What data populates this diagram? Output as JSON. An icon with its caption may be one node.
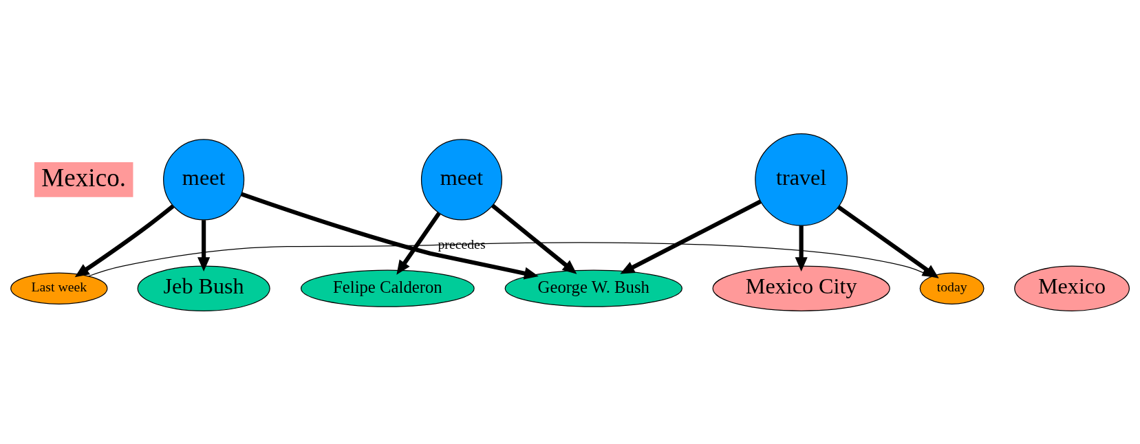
{
  "diagram": {
    "nodes": [
      {
        "text": [
          "Last week"
        ]
      },
      {
        "text": [
          "today"
        ]
      },
      {
        "text": [
          "George W. Bush"
        ]
      },
      {
        "text": [
          "Jeb Bush"
        ]
      },
      {
        "text": [
          "Felipe Calderon"
        ]
      },
      {
        "text": [
          "meet"
        ]
      },
      {
        "text": [
          "meet"
        ]
      },
      {
        "text": [
          "travel"
        ]
      },
      {
        "text": [
          "Mexico City"
        ]
      },
      {
        "text": [
          "Mexico"
        ]
      }
    ],
    "edges": [
      {
        "from": 0,
        "to": 1,
        "arrow": "to",
        "label": "precedes"
      },
      {
        "from": 5,
        "to": 0,
        "arrow": "to"
      },
      {
        "from": 5,
        "to": 2,
        "arrow": "to"
      },
      {
        "from": 5,
        "to": 3,
        "arrow": "to"
      },
      {
        "from": 6,
        "to": 2,
        "arrow": "to"
      },
      {
        "from": 6,
        "to": 4,
        "arrow": "to"
      },
      {
        "from": 7,
        "to": 2,
        "arrow": "to"
      },
      {
        "from": 7,
        "to": 1,
        "arrow": "to"
      },
      {
        "from": 7,
        "to": 8,
        "arrow": "to"
      }
    ],
    "labels": [
      "Mexico."
    ]
  }
}
